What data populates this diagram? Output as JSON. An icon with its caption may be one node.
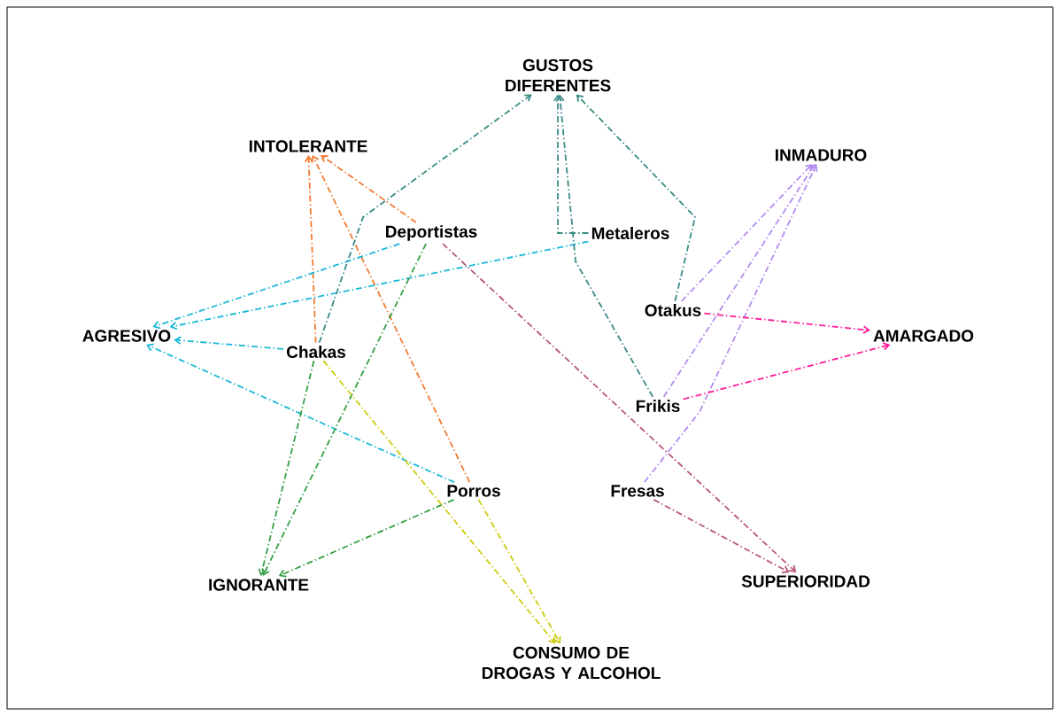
{
  "diagram": {
    "nodes": [
      {
        "text": [
          "GUSTOS DIFERENTES"
        ]
      },
      {
        "text": [
          "INTOLERANTE"
        ]
      },
      {
        "text": [
          "INMADURO"
        ]
      },
      {
        "text": [
          "Deportistas"
        ]
      },
      {
        "text": [
          "Metaleros"
        ]
      },
      {
        "text": [
          "AGRESIVO"
        ]
      },
      {
        "text": [
          "Otakus"
        ]
      },
      {
        "text": [
          "AMARGADO"
        ]
      },
      {
        "text": [
          "Chakas"
        ]
      },
      {
        "text": [
          "Frikis"
        ]
      },
      {
        "text": [
          "Porros"
        ]
      },
      {
        "text": [
          "Fresas"
        ]
      },
      {
        "text": [
          "IGNORANTE"
        ]
      },
      {
        "text": [
          "SUPERIORIDAD"
        ]
      },
      {
        "text": [
          "CONSUMO DE DROGAS Y ALCOHOL"
        ]
      }
    ],
    "edges": [
      {
        "from": 3,
        "to": 1,
        "arrow": "to",
        "color": "#f47a30"
      },
      {
        "from": 8,
        "to": 1,
        "arrow": "to",
        "color": "#f47a30"
      },
      {
        "from": 10,
        "to": 1,
        "arrow": "to",
        "color": "#f47a30"
      },
      {
        "from": 3,
        "to": 5,
        "arrow": "to",
        "color": "#1cb8d8"
      },
      {
        "from": 4,
        "to": 5,
        "arrow": "to",
        "color": "#1cb8d8"
      },
      {
        "from": 8,
        "to": 5,
        "arrow": "to",
        "color": "#1cb8d8"
      },
      {
        "from": 10,
        "to": 5,
        "arrow": "to",
        "color": "#1cb8d8"
      },
      {
        "from": 8,
        "to": 0,
        "arrow": "to",
        "color": "#3a8c86"
      },
      {
        "from": 4,
        "to": 0,
        "arrow": "to",
        "color": "#3a8c86"
      },
      {
        "from": 6,
        "to": 0,
        "arrow": "to",
        "color": "#3a8c86"
      },
      {
        "from": 9,
        "to": 0,
        "arrow": "to",
        "color": "#3a8c86"
      },
      {
        "from": 8,
        "to": 12,
        "arrow": "to",
        "color": "#34a046"
      },
      {
        "from": 3,
        "to": 12,
        "arrow": "to",
        "color": "#34a046"
      },
      {
        "from": 10,
        "to": 12,
        "arrow": "to",
        "color": "#34a046"
      },
      {
        "from": 8,
        "to": 14,
        "arrow": "to",
        "color": "#cccc10"
      },
      {
        "from": 10,
        "to": 14,
        "arrow": "to",
        "color": "#cccc10"
      },
      {
        "from": 3,
        "to": 13,
        "arrow": "to",
        "color": "#b8567c"
      },
      {
        "from": 11,
        "to": 13,
        "arrow": "to",
        "color": "#b8567c"
      },
      {
        "from": 6,
        "to": 2,
        "arrow": "to",
        "color": "#b48cf0"
      },
      {
        "from": 9,
        "to": 2,
        "arrow": "to",
        "color": "#b48cf0"
      },
      {
        "from": 11,
        "to": 2,
        "arrow": "to",
        "color": "#b48cf0"
      },
      {
        "from": 6,
        "to": 7,
        "arrow": "to",
        "color": "#ff1a9a"
      },
      {
        "from": 9,
        "to": 7,
        "arrow": "to",
        "color": "#ff1a9a"
      }
    ]
  }
}
